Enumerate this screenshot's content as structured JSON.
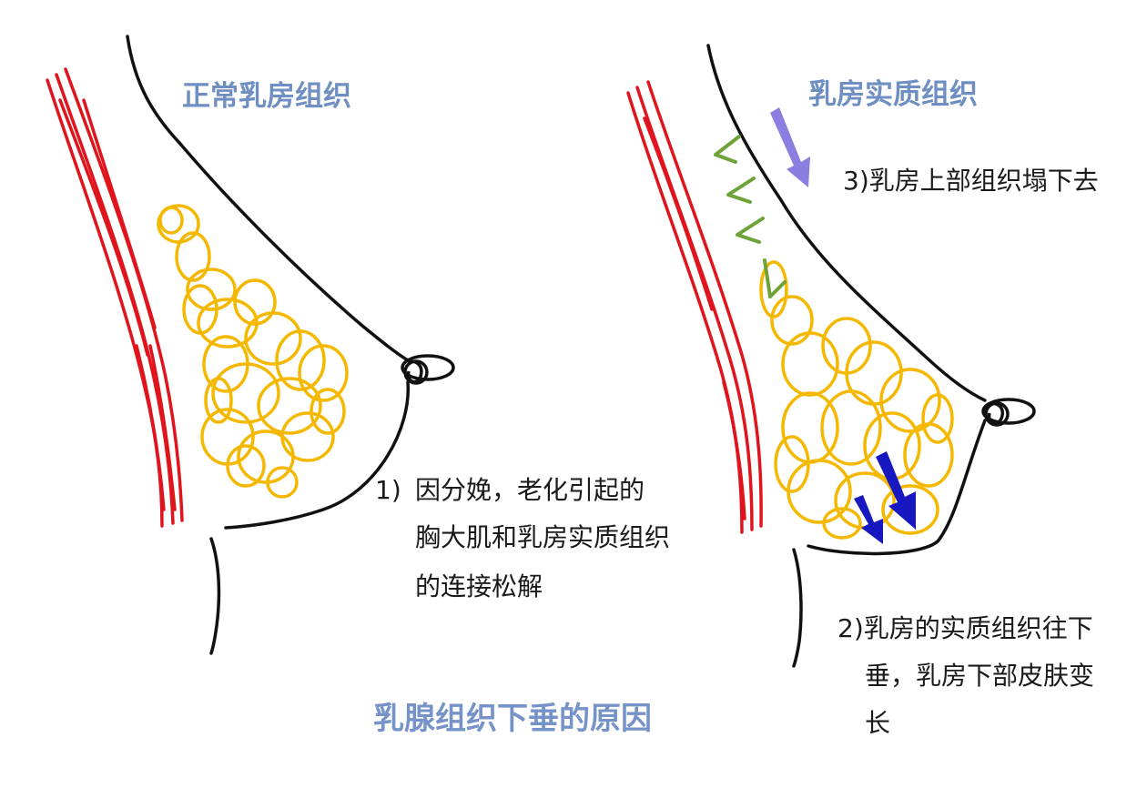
{
  "left_panel": {
    "title": "正常乳房组织",
    "note_marker": "1)",
    "note_lines": [
      "因分娩，老化引起的",
      "胸大肌和乳房实质组织",
      "的连接松解"
    ]
  },
  "right_panel": {
    "title": "乳房实质组织",
    "note_upper": "3)乳房上部组织塌下去",
    "note_lower_lines": [
      "2)乳房的实质组织往下",
      "垂，乳房下部皮肤变",
      "长"
    ]
  },
  "caption": "乳腺组织下垂的原因",
  "colors": {
    "muscle": "#e0141c",
    "gland": "#f5b800",
    "outline": "#111111",
    "arrow_green": "#6fa33a",
    "arrow_violet": "#8a7fe0",
    "arrow_blue": "#1818c0",
    "heading": "#6f8fc2"
  },
  "icons": [
    "muscle-strokes",
    "gland-scribble",
    "nipple",
    "down-arrow",
    "left-arrow"
  ]
}
